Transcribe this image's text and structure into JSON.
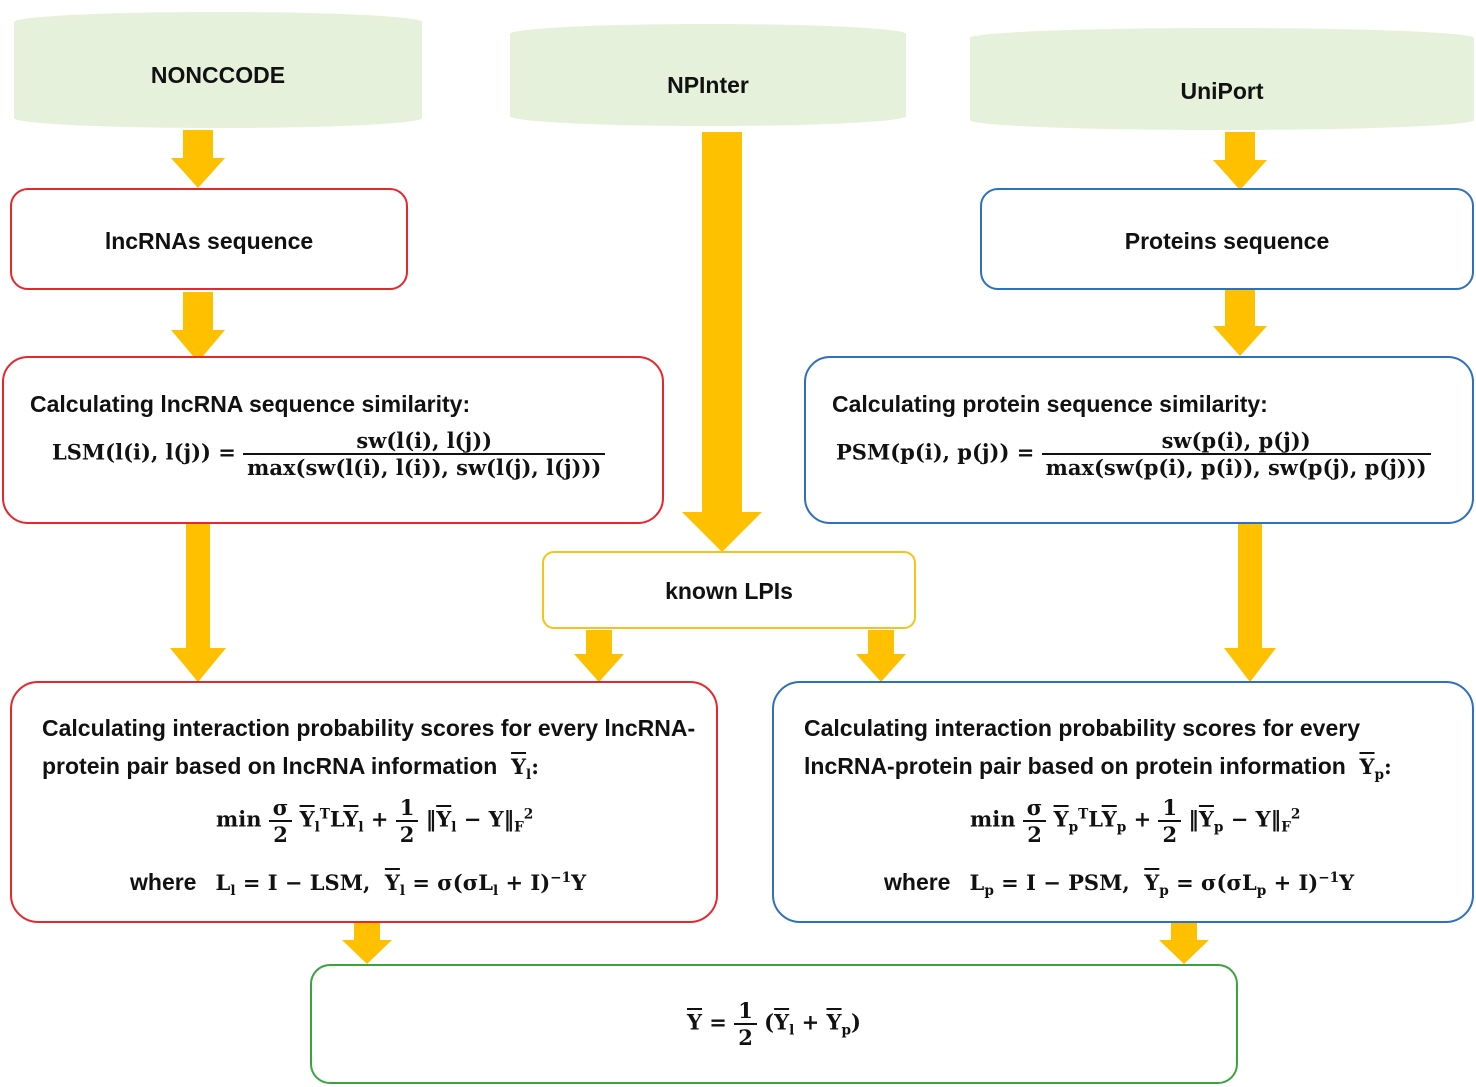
{
  "sources": {
    "nonccode": "NONCCODE",
    "npinter": "NPInter",
    "uniport": "UniPort"
  },
  "colors": {
    "database_fill": "#e5f1da",
    "arrow": "#ffc000",
    "lncrna_border": "#e8262b",
    "protein_border": "#2d6fc0",
    "known_border": "#f5c41a",
    "final_border": "#3aa33f"
  },
  "lncrna": {
    "sequence": "lncRNAs sequence",
    "similarity_title": "Calculating lncRNA sequence similarity:",
    "lsm_lhs": "LSM(l(i), l(j)) =",
    "lsm_num": "sw(l(i), l(j))",
    "lsm_den": "max(sw(l(i), l(i)), sw(l(j), l(j)))",
    "score_line1": "Calculating interaction probability scores for every lncRNA-",
    "score_line2": "protein pair based on lncRNA information",
    "where": "where",
    "lsm_name": "LSM"
  },
  "protein": {
    "sequence": "Proteins sequence",
    "similarity_title": "Calculating protein sequence similarity:",
    "psm_lhs": "PSM(p(i), p(j)) =",
    "psm_num": "sw(p(i), p(j))",
    "psm_den": "max(sw(p(i), p(i)), sw(p(j), p(j)))",
    "score_line1": "Calculating interaction probability scores for every",
    "score_line2": "lncRNA-protein pair based on protein information",
    "where": "where",
    "psm_name": "PSM"
  },
  "known": "known LPIs"
}
